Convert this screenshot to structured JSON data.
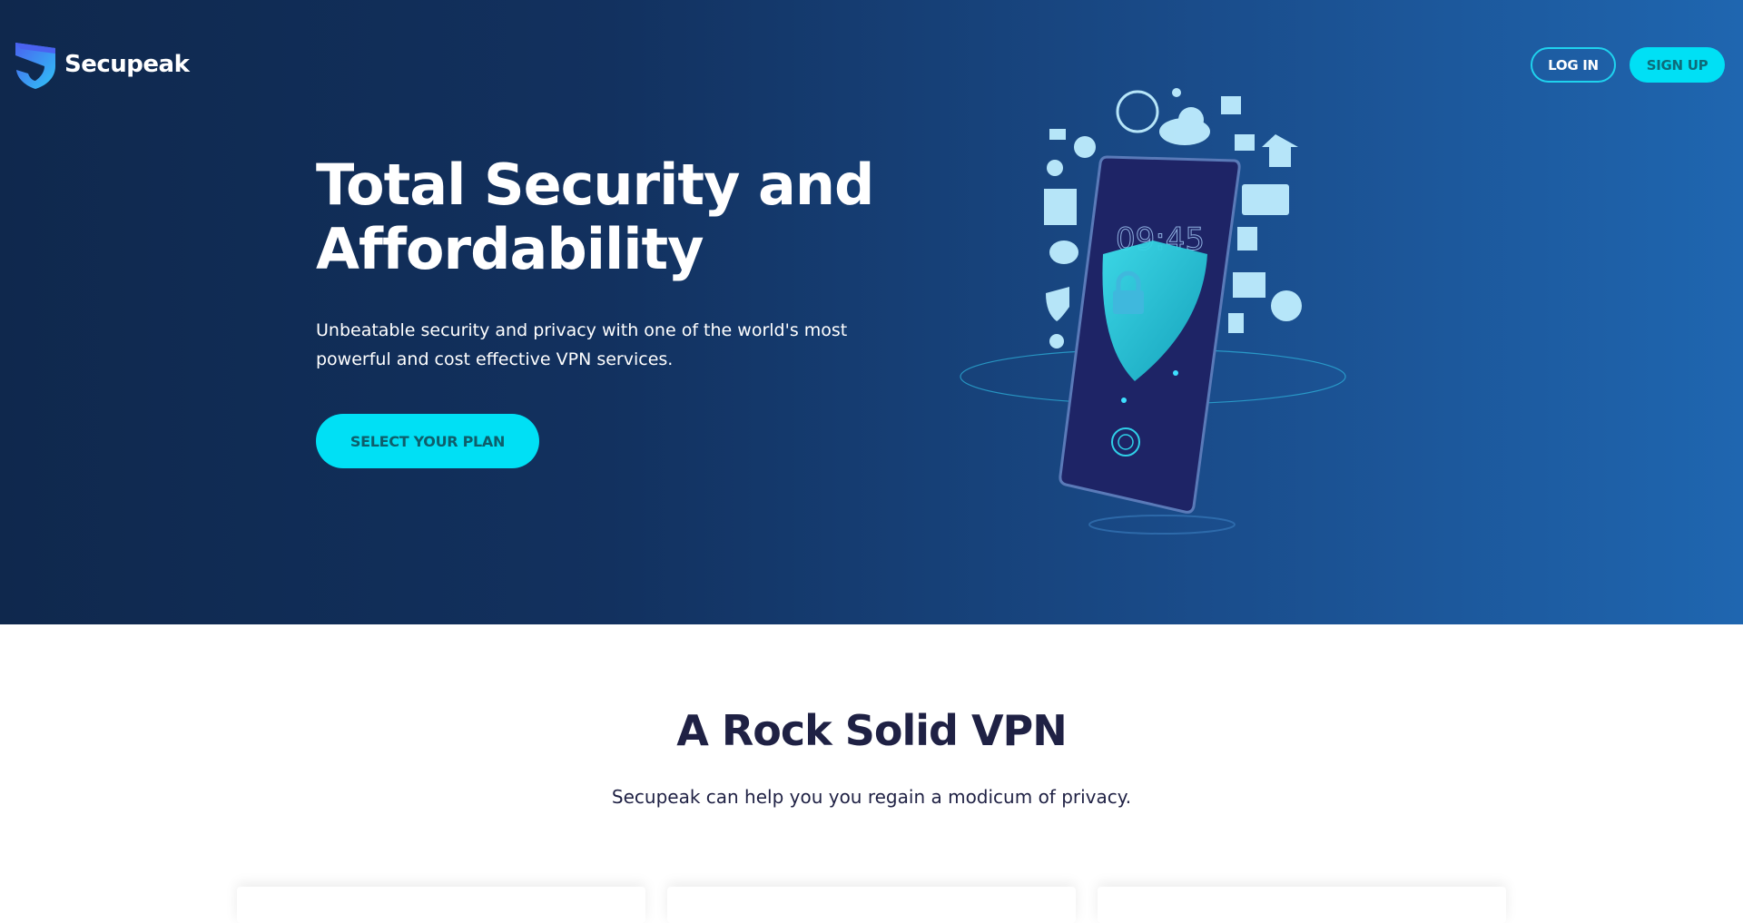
{
  "brand": {
    "name": "Secupeak"
  },
  "nav": {
    "login": "LOG IN",
    "signup": "SIGN UP"
  },
  "hero": {
    "title": "Total Security and Affordability",
    "subtitle": "Unbeatable security and privacy with one of the world's most powerful and cost effective VPN services.",
    "cta": "SELECT YOUR PLAN",
    "phone_time": "09:45"
  },
  "section": {
    "title": "A Rock Solid VPN",
    "subtitle": "Secupeak can help you you regain a modicum of privacy."
  },
  "colors": {
    "accent": "#00e0f5",
    "dark": "#0f284d",
    "heading": "#1f2144"
  }
}
